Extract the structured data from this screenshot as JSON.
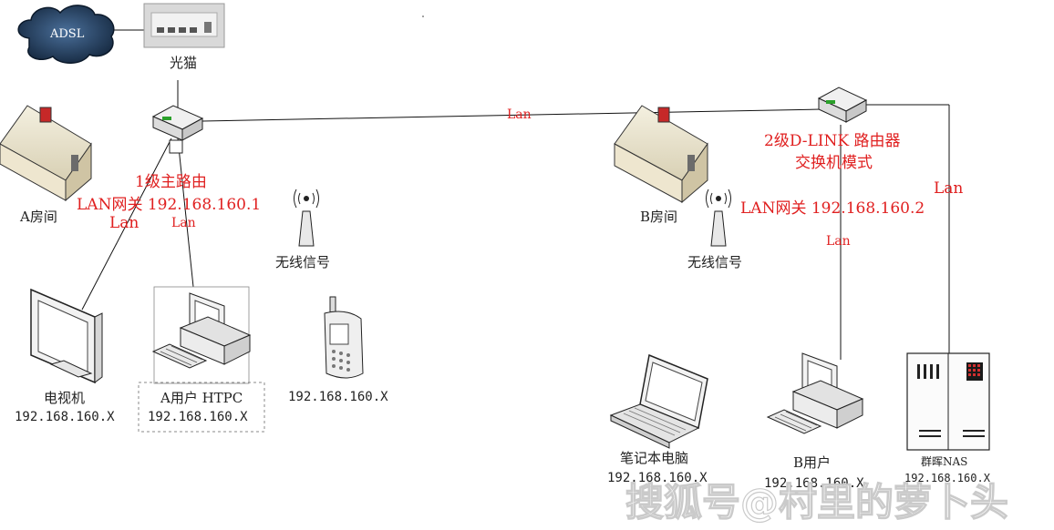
{
  "nodes": {
    "adsl": "ADSL",
    "modem": "光猫",
    "room_a": "A房间",
    "room_b": "B房间",
    "wifi_a": "无线信号",
    "wifi_b": "无线信号",
    "tv_name": "电视机",
    "tv_ip": "192.168.160.X",
    "htpc_name": "A用户 HTPC",
    "htpc_ip": "192.168.160.X",
    "phone_ip": "192.168.160.X",
    "laptop_name": "笔记本电脑",
    "laptop_ip": "192.168.160.X",
    "buser_name": "B用户",
    "buser_ip": "192.168.160.X",
    "nas_name": "群晖NAS",
    "nas_ip": "192.168.160.X"
  },
  "annotations": {
    "router1_title": "1级主路由",
    "router1_gw": "LAN网关 192.168.160.1",
    "router2_title": "2级D-LINK 路由器",
    "router2_mode": "交换机模式",
    "router2_gw": "LAN网关 192.168.160.2",
    "lan_link_top": "Lan",
    "lan_tv": "Lan",
    "lan_htpc": "Lan",
    "lan_buser": "Lan",
    "lan_nas": "Lan"
  },
  "watermark": "搜狐号@村里的萝卜头",
  "colors": {
    "annotation": "#e02020",
    "cloud": "#1f3a5a"
  }
}
